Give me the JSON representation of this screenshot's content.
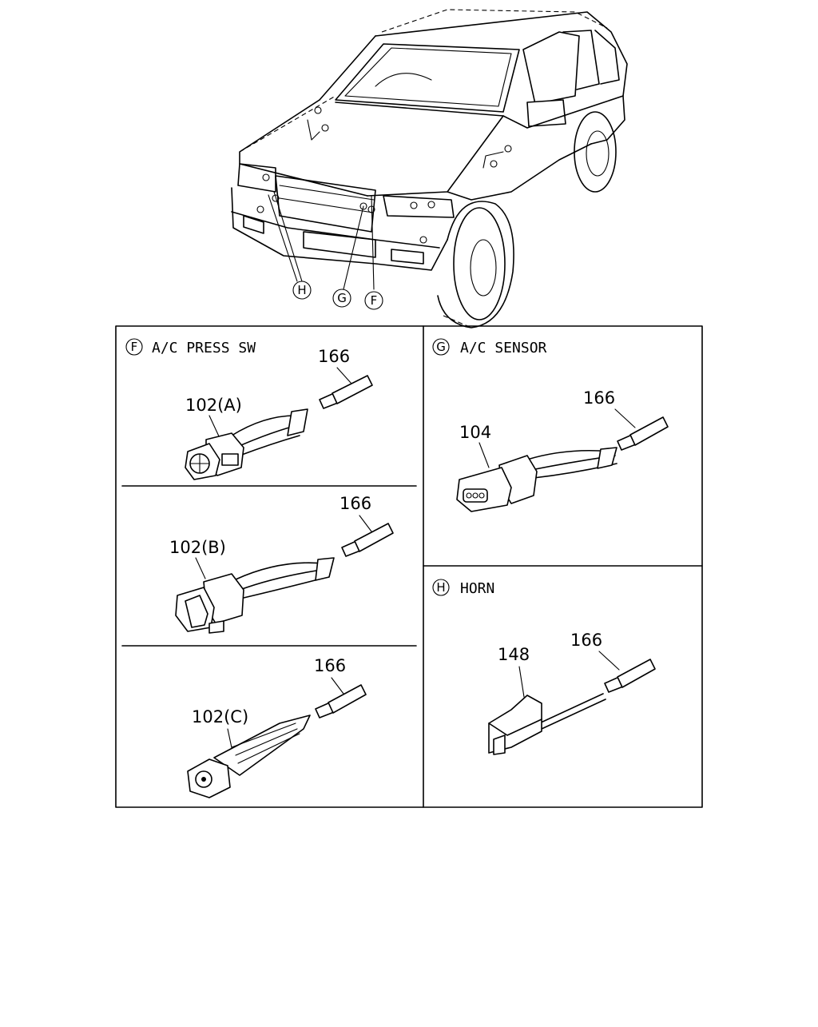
{
  "vehicle": {
    "callouts": [
      "H",
      "G",
      "F"
    ]
  },
  "panels": {
    "f": {
      "letter": "F",
      "title": "A/C PRESS SW",
      "variants": [
        {
          "connector": "102(A)",
          "terminal": "166"
        },
        {
          "connector": "102(B)",
          "terminal": "166"
        },
        {
          "connector": "102(C)",
          "terminal": "166"
        }
      ]
    },
    "g": {
      "letter": "G",
      "title": "A/C SENSOR",
      "connector": "104",
      "terminal": "166"
    },
    "h": {
      "letter": "H",
      "title": "HORN",
      "connector": "148",
      "terminal": "166"
    }
  }
}
